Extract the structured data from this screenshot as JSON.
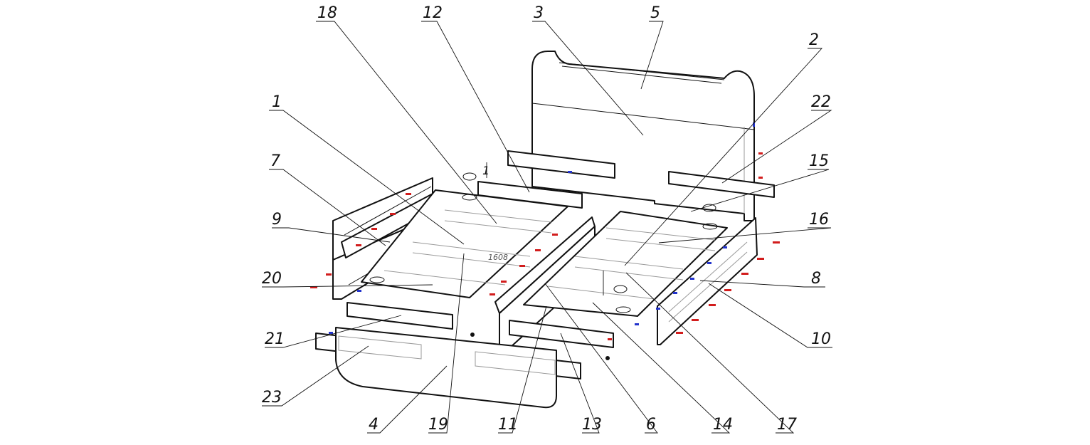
{
  "dimension_text": "1608",
  "extra_label": "1",
  "callouts": [
    "18",
    "12",
    "3",
    "5",
    "2",
    "22",
    "15",
    "16",
    "8",
    "10",
    "17",
    "14",
    "6",
    "13",
    "11",
    "19",
    "4",
    "23",
    "21",
    "20",
    "9",
    "7",
    "1"
  ],
  "colors": {
    "line": "#111111",
    "hidden": "#9a9a9a",
    "marker_red": "#d21d1d",
    "marker_blue": "#2233cc"
  }
}
